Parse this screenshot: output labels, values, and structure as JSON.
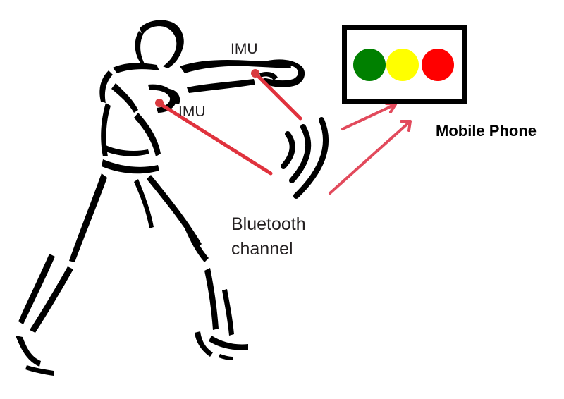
{
  "labels": {
    "imu_upper": "IMU",
    "imu_lower": "IMU",
    "bluetooth_line1": "Bluetooth",
    "bluetooth_line2": "channel",
    "mobile_phone": "Mobile Phone"
  },
  "phone_lights": [
    {
      "name": "green",
      "color": "#008000"
    },
    {
      "name": "yellow",
      "color": "#ffff00"
    },
    {
      "name": "red",
      "color": "#ff0000"
    }
  ],
  "colors": {
    "link_line": "#e0323d",
    "arrow": "#e24a5c",
    "sensor_dot": "#d93a3f",
    "figure_ink": "#000000"
  }
}
